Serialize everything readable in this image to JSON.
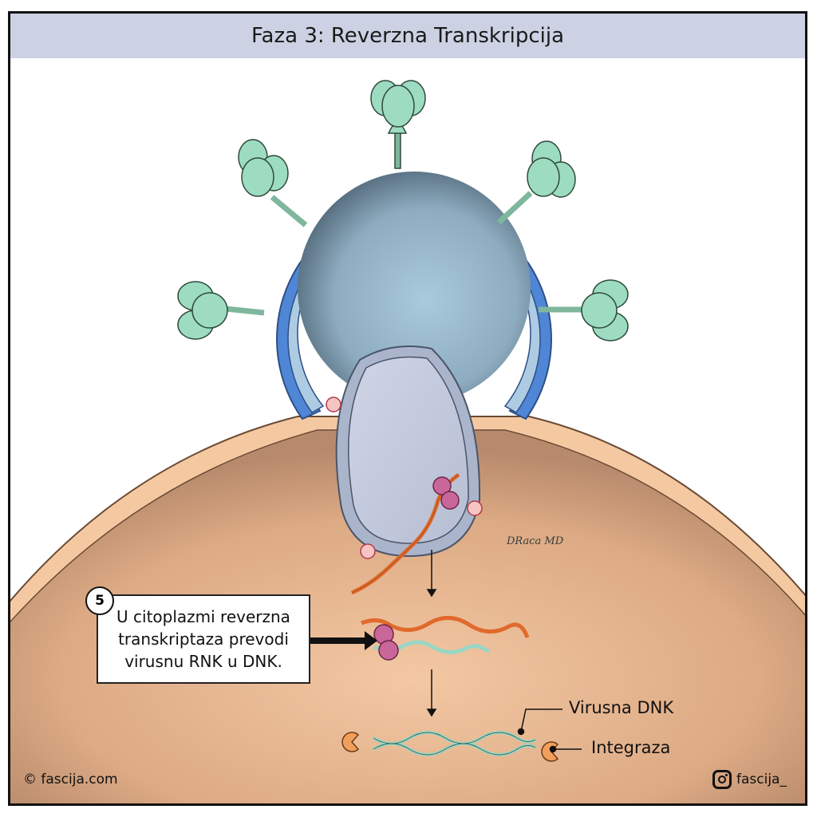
{
  "title": "Faza 3: Reverzna Transkripcija",
  "step": {
    "number": "5",
    "text": "U citoplazmi reverzna transkriptaza prevodi virusnu RNK u DNK."
  },
  "labels": {
    "viral_dna": "Virusna DNK",
    "integrase": "Integraza"
  },
  "footer": {
    "copyright": "© fascija.com",
    "instagram": "fascija_"
  },
  "signature": "DRaca MD",
  "colors": {
    "title_bar": "#ccd2e3",
    "cytoplasm": "#e2b38f",
    "membrane": "#f4c9a2",
    "envelope": "#4f86d6",
    "capsid": "#c7cde0",
    "glycoprotein": "#9ddcc0",
    "rna": "#e06a2c",
    "dna": "#9ad6c4",
    "reverse_transcriptase": "#c9669a",
    "integrase": "#f0a05c"
  }
}
